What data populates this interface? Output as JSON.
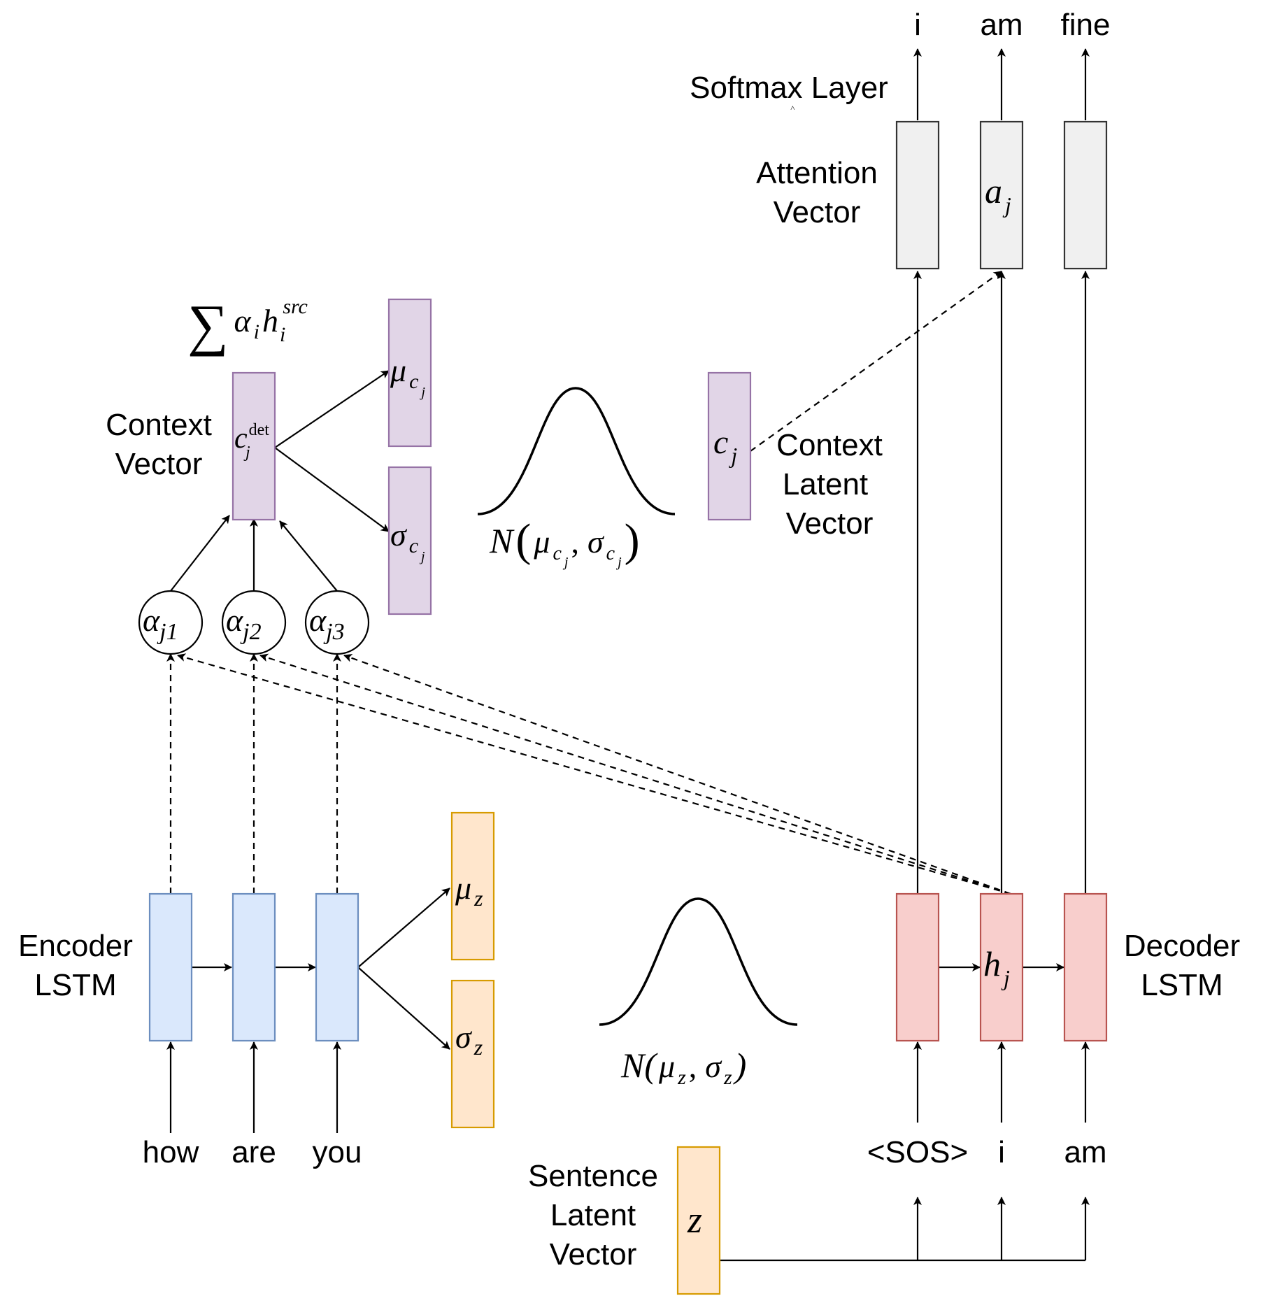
{
  "colors": {
    "blue_fill": "#dae8fc",
    "blue_stroke": "#6c8ebf",
    "red_fill": "#f8cecc",
    "red_stroke": "#b85450",
    "gray_fill": "#f0f0f0",
    "gray_stroke": "#333333",
    "purple_fill": "#e1d5e7",
    "purple_stroke": "#9673a6",
    "orange_fill": "#ffe6cc",
    "orange_stroke": "#d79b00"
  },
  "labels": {
    "softmax_layer": "Softmax Layer",
    "attention_vector": [
      "Attention",
      "Vector"
    ],
    "context_vector": [
      "Context",
      "Vector"
    ],
    "context_latent_vector": [
      "Context",
      "Latent",
      "Vector"
    ],
    "encoder_lstm": [
      "Encoder",
      "LSTM"
    ],
    "decoder_lstm": [
      "Decoder",
      "LSTM"
    ],
    "sentence_latent_vector": [
      "Sentence",
      "Latent",
      "Vector"
    ]
  },
  "words": {
    "encoder_inputs": [
      "how",
      "are",
      "you"
    ],
    "decoder_inputs": [
      "<SOS>",
      "i",
      "am"
    ],
    "decoder_outputs": [
      "i",
      "am",
      "fine"
    ]
  },
  "math": {
    "attention_vector": {
      "base": "a",
      "sub": "j"
    },
    "decoder_hidden": {
      "base": "h",
      "sub": "j"
    },
    "context_det": {
      "base": "c",
      "sup": "det",
      "sub": "j"
    },
    "context_latent": {
      "base": "c",
      "sub": "j"
    },
    "mu_c": {
      "base": "μ",
      "sub": "c",
      "subsub": "j"
    },
    "sigma_c": {
      "base": "σ",
      "sub": "c",
      "subsub": "j"
    },
    "mu_z": {
      "base": "μ",
      "sub": "z"
    },
    "sigma_z": {
      "base": "σ",
      "sub": "z"
    },
    "z": "z",
    "alphas": [
      {
        "base": "α",
        "sub": "j1"
      },
      {
        "base": "α",
        "sub": "j2"
      },
      {
        "base": "α",
        "sub": "j3"
      }
    ],
    "sum_formula": {
      "sigma": "∑",
      "alpha": "α",
      "alpha_sub": "i",
      "h": "h",
      "h_sub": "i",
      "h_sup": "src"
    },
    "dist_c": {
      "N": "N",
      "mu": "μ",
      "mu_sub": "c",
      "mu_subsub": "j",
      "sep": ",",
      "sigma": "σ",
      "sigma_sub": "c",
      "sigma_subsub": "j"
    },
    "dist_z": {
      "N": "N(",
      "mu": "μ",
      "mu_sub": "z",
      "sep": ",",
      "sigma": "σ",
      "sigma_sub": "z",
      "close": ")"
    }
  }
}
